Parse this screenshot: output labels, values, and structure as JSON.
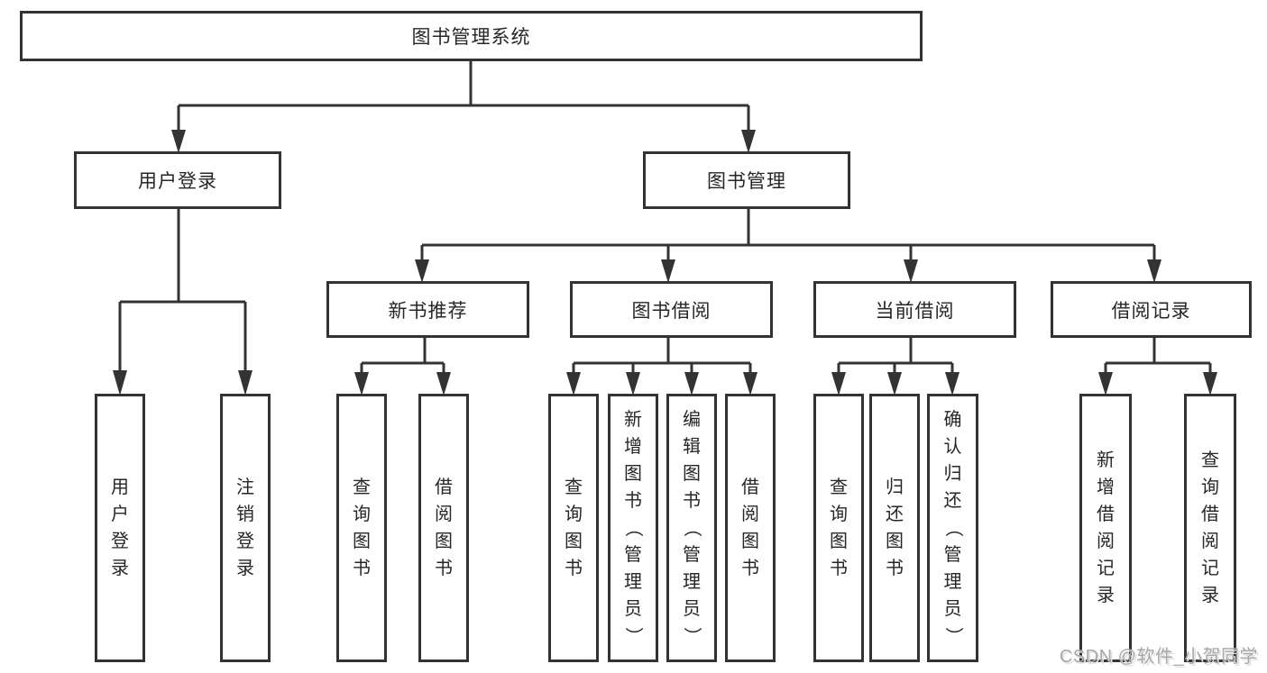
{
  "diagram_title": "图书管理系统",
  "colors": {
    "line": "#333333",
    "text": "#262626",
    "background": "#ffffff",
    "watermark": "#a8a8a8"
  },
  "nodes": {
    "root": "图书管理系统",
    "level2": [
      "用户登录",
      "图书管理"
    ],
    "level3": [
      "新书推荐",
      "图书借阅",
      "当前借阅",
      "借阅记录"
    ],
    "leaves": {
      "user_login": [
        "用户登录",
        "注销登录"
      ],
      "new_book_recommend": [
        "查询图书",
        "借阅图书"
      ],
      "book_borrow": [
        "查询图书",
        "新增图书（管理员）",
        "编辑图书（管理员）",
        "借阅图书"
      ],
      "current_borrow": [
        "查询图书",
        "归还图书",
        "确认归还（管理员）"
      ],
      "borrow_record": [
        "新增借阅记录",
        "查询借阅记录"
      ]
    }
  },
  "watermark": "CSDN @软件_小贺同学"
}
